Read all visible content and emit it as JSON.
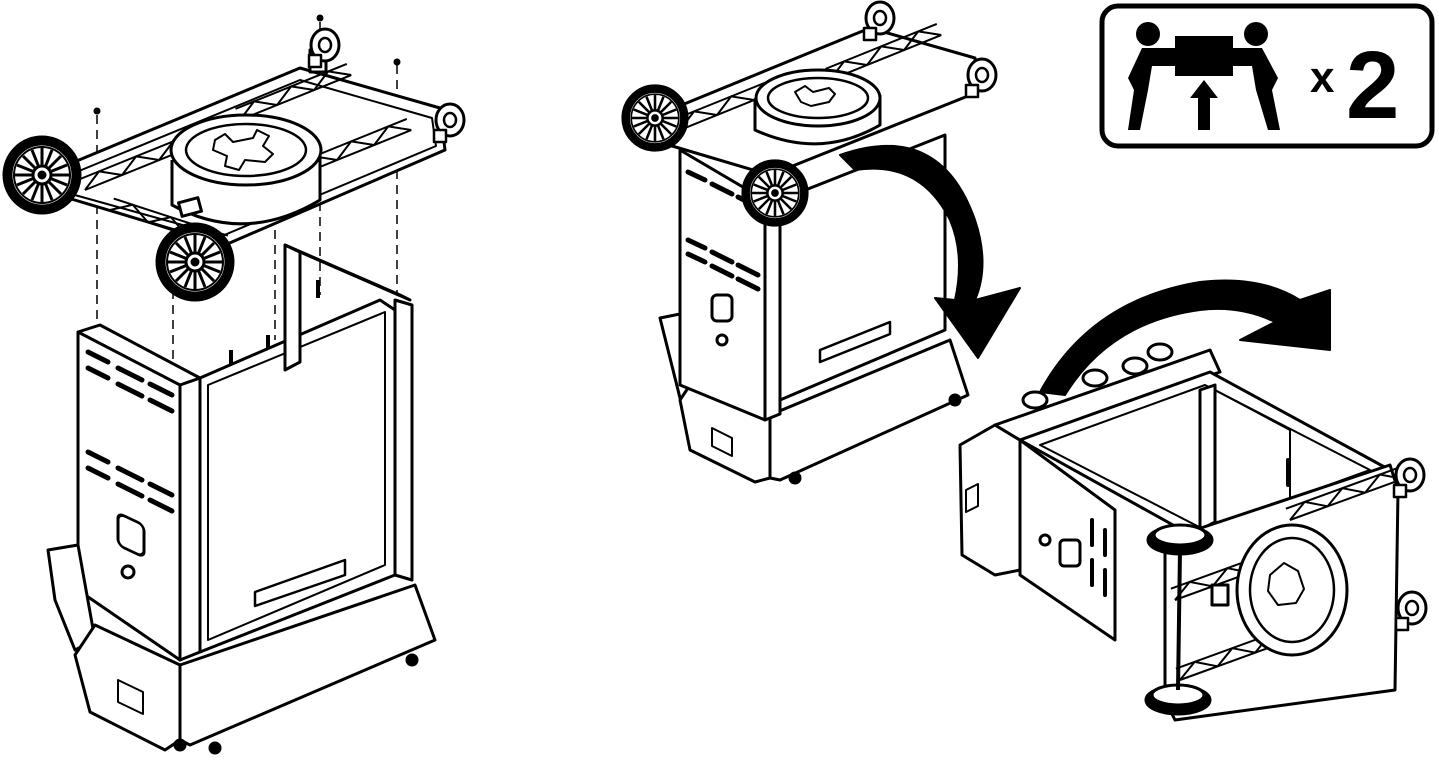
{
  "badge": {
    "multiplier_prefix": "x",
    "multiplier_value": "2",
    "icon": "two-person-lift-icon"
  },
  "steps": [
    {
      "icon": "exploded-cart-assembly"
    },
    {
      "icon": "flip-cart-rotate-arrow"
    },
    {
      "icon": "cart-on-side-rotate-arrow"
    }
  ],
  "colors": {
    "line": "#000000",
    "background": "#ffffff"
  }
}
